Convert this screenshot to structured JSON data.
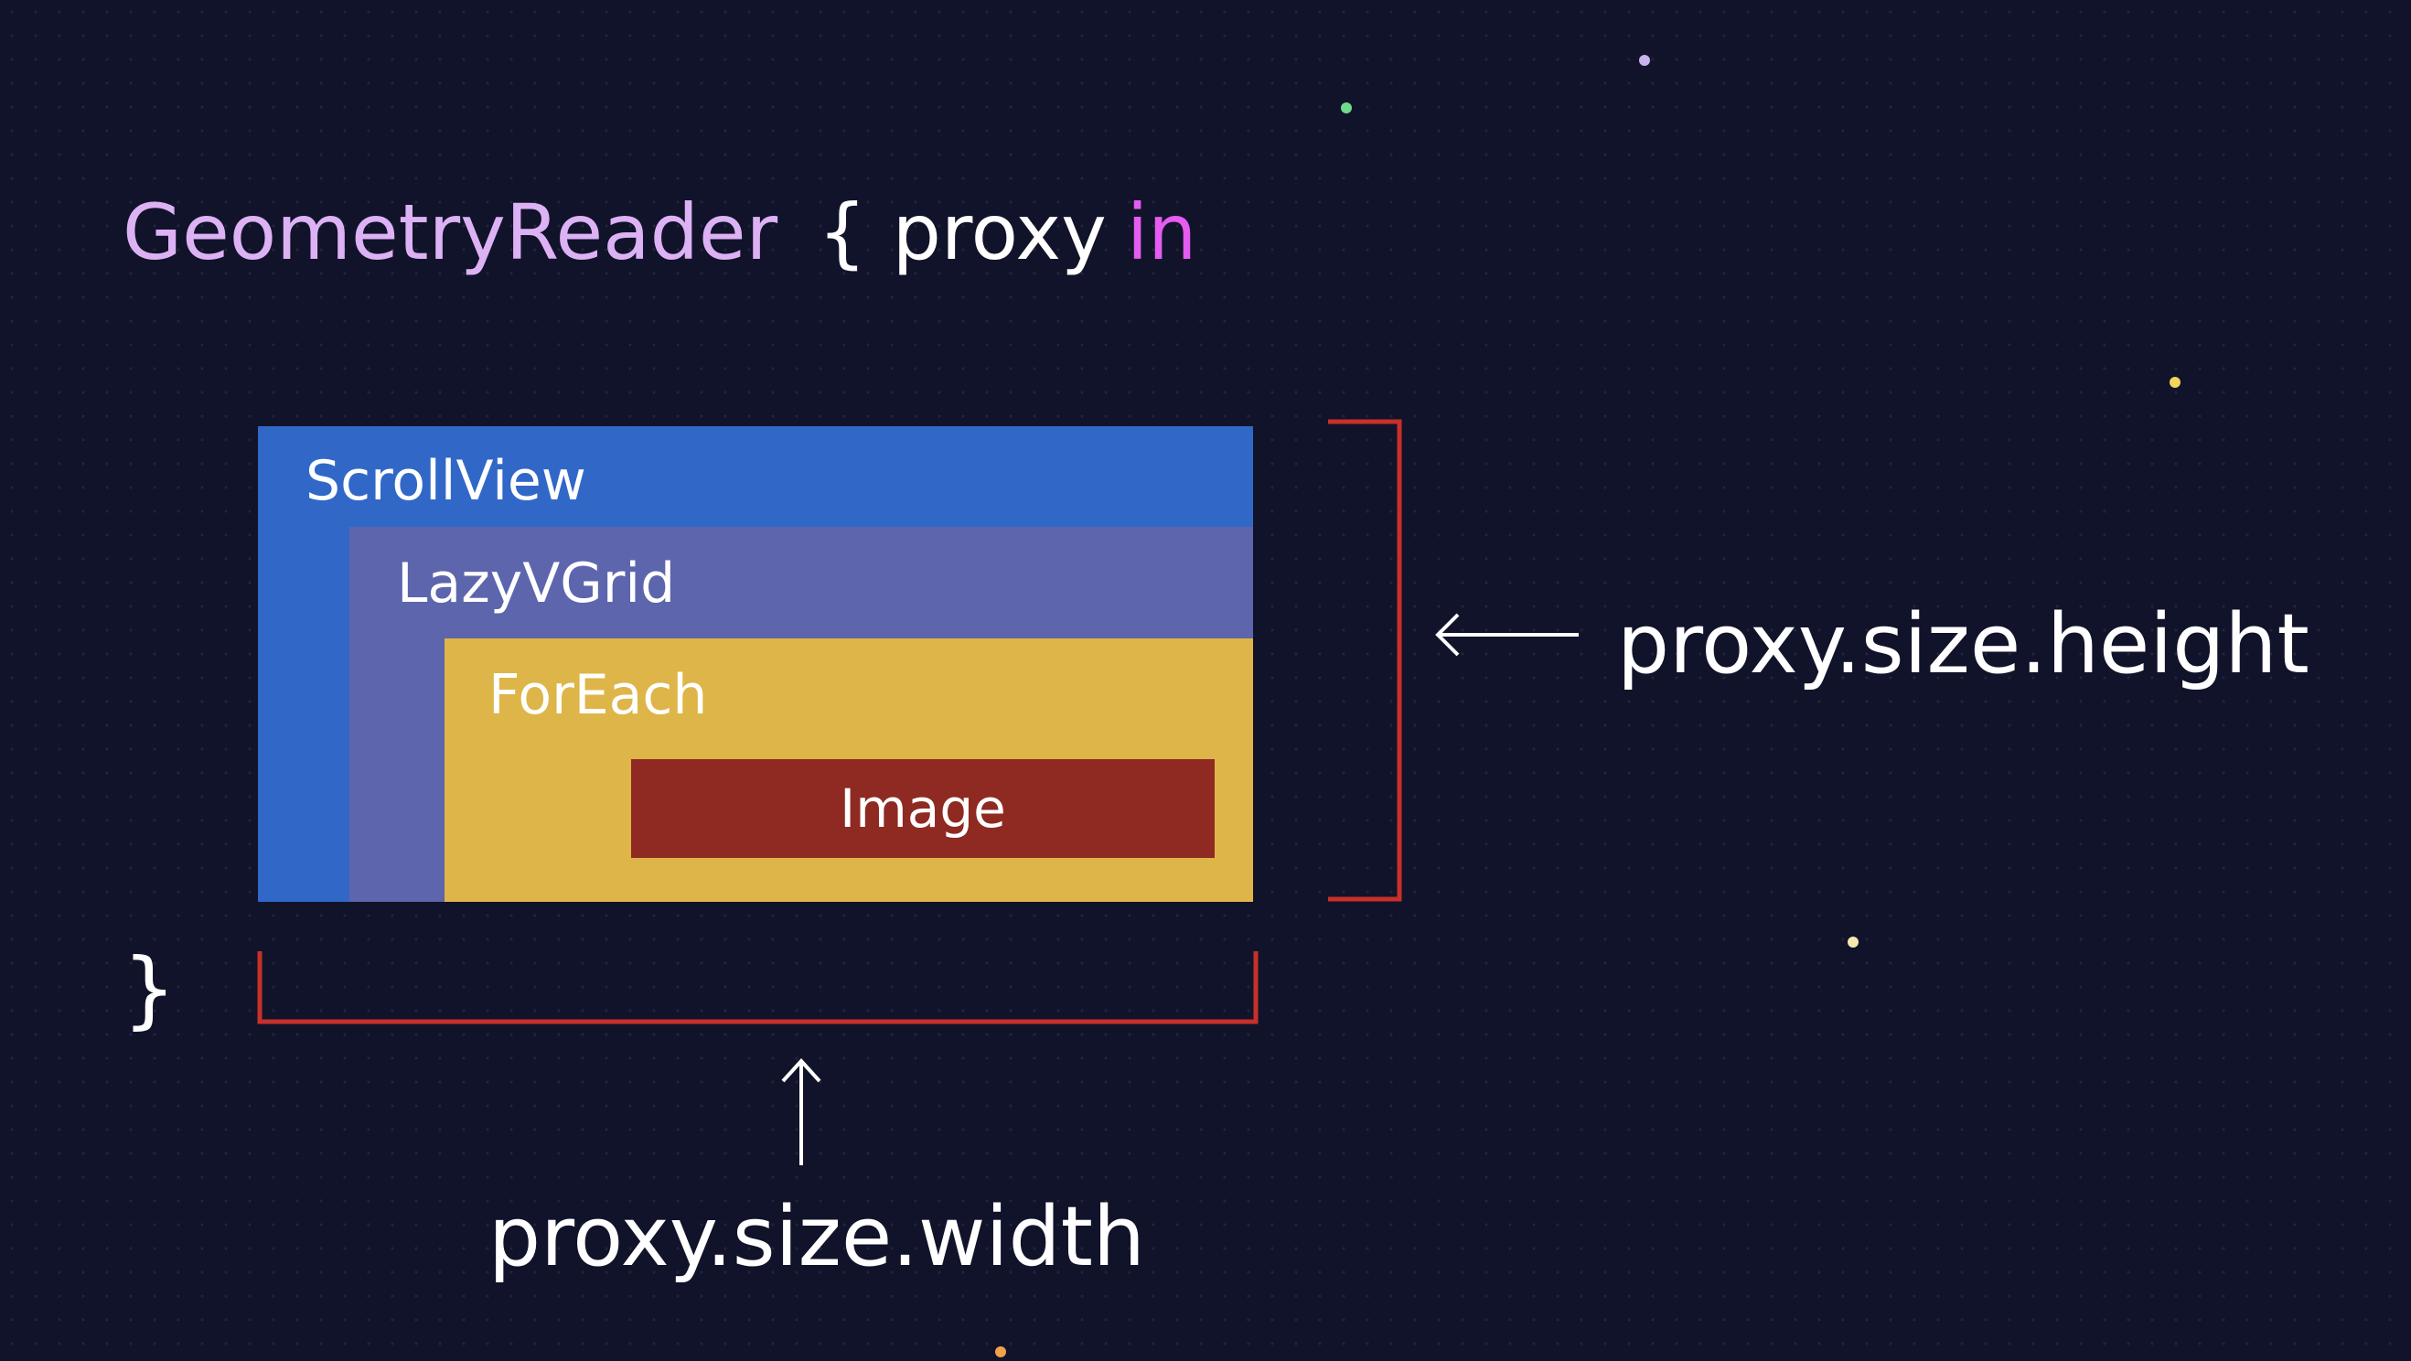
{
  "code": {
    "type_name": "GeometryReader",
    "open_brace": "{",
    "param": "proxy",
    "keyword": "in",
    "close_brace": "}"
  },
  "views": {
    "scroll_view": "ScrollView",
    "lazy_grid": "LazyVGrid",
    "for_each": "ForEach",
    "image": "Image"
  },
  "measurements": {
    "height": "proxy.size.height",
    "width": "proxy.size.width"
  },
  "colors": {
    "background": "#11132a",
    "type_name": "#dcb2f5",
    "keyword": "#e55cf0",
    "scroll_view": "#3168c8",
    "lazy_grid": "#5d65ad",
    "for_each": "#deb548",
    "image": "#8e2a22",
    "bracket": "#c8302a"
  }
}
